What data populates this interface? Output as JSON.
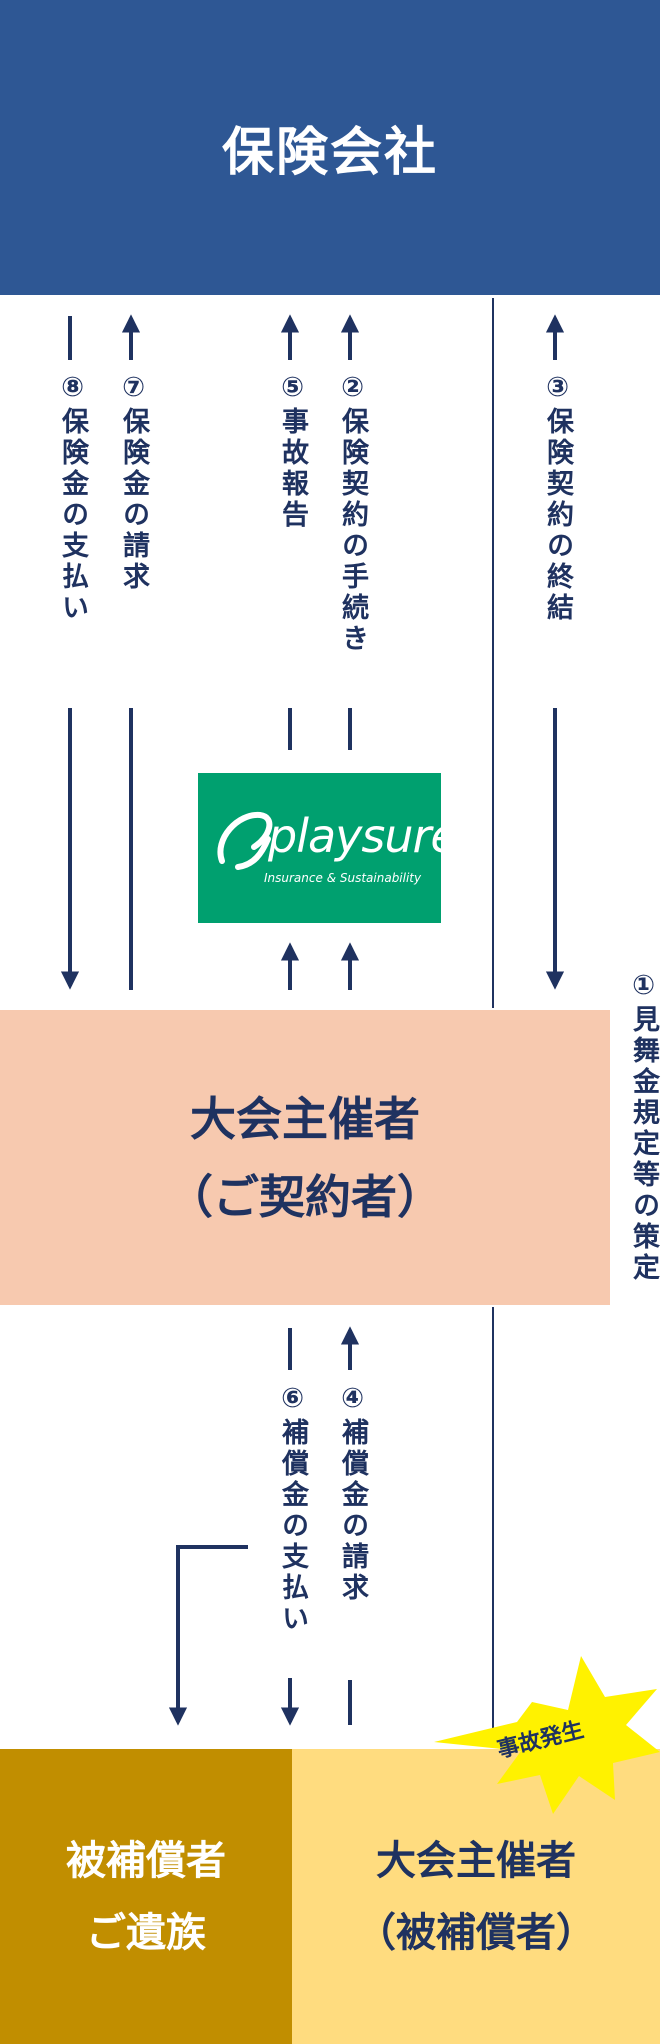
{
  "insurer": {
    "label": "保険会社"
  },
  "organizer": {
    "line1": "大会主催者",
    "line2": "（ご契約者）"
  },
  "bereaved": {
    "line1": "被補償者",
    "line2": "ご遺族"
  },
  "insured": {
    "line1": "大会主催者",
    "line2": "（被補償者）"
  },
  "accident_badge": "事故発生",
  "logo": {
    "name": "playsure",
    "tagline": "Insurance & Sustainability"
  },
  "flows": {
    "f1": "①見舞金規定等の策定",
    "f2": "②保険契約の手続き",
    "f3": "③保険契約の終結",
    "f4": "④補償金の請求",
    "f5": "⑤事故報告",
    "f6": "⑥補償金の支払い",
    "f7": "⑦保険金の請求",
    "f8": "⑧保険金の支払い"
  },
  "colors": {
    "insurer_bg": "#2e5794",
    "organizer_bg": "#f7c9af",
    "bereaved_bg": "#c18e00",
    "insured_bg": "#ffdc7f",
    "logo_bg": "#00a06f",
    "arrow": "#1f3260",
    "badge": "#fff200"
  }
}
